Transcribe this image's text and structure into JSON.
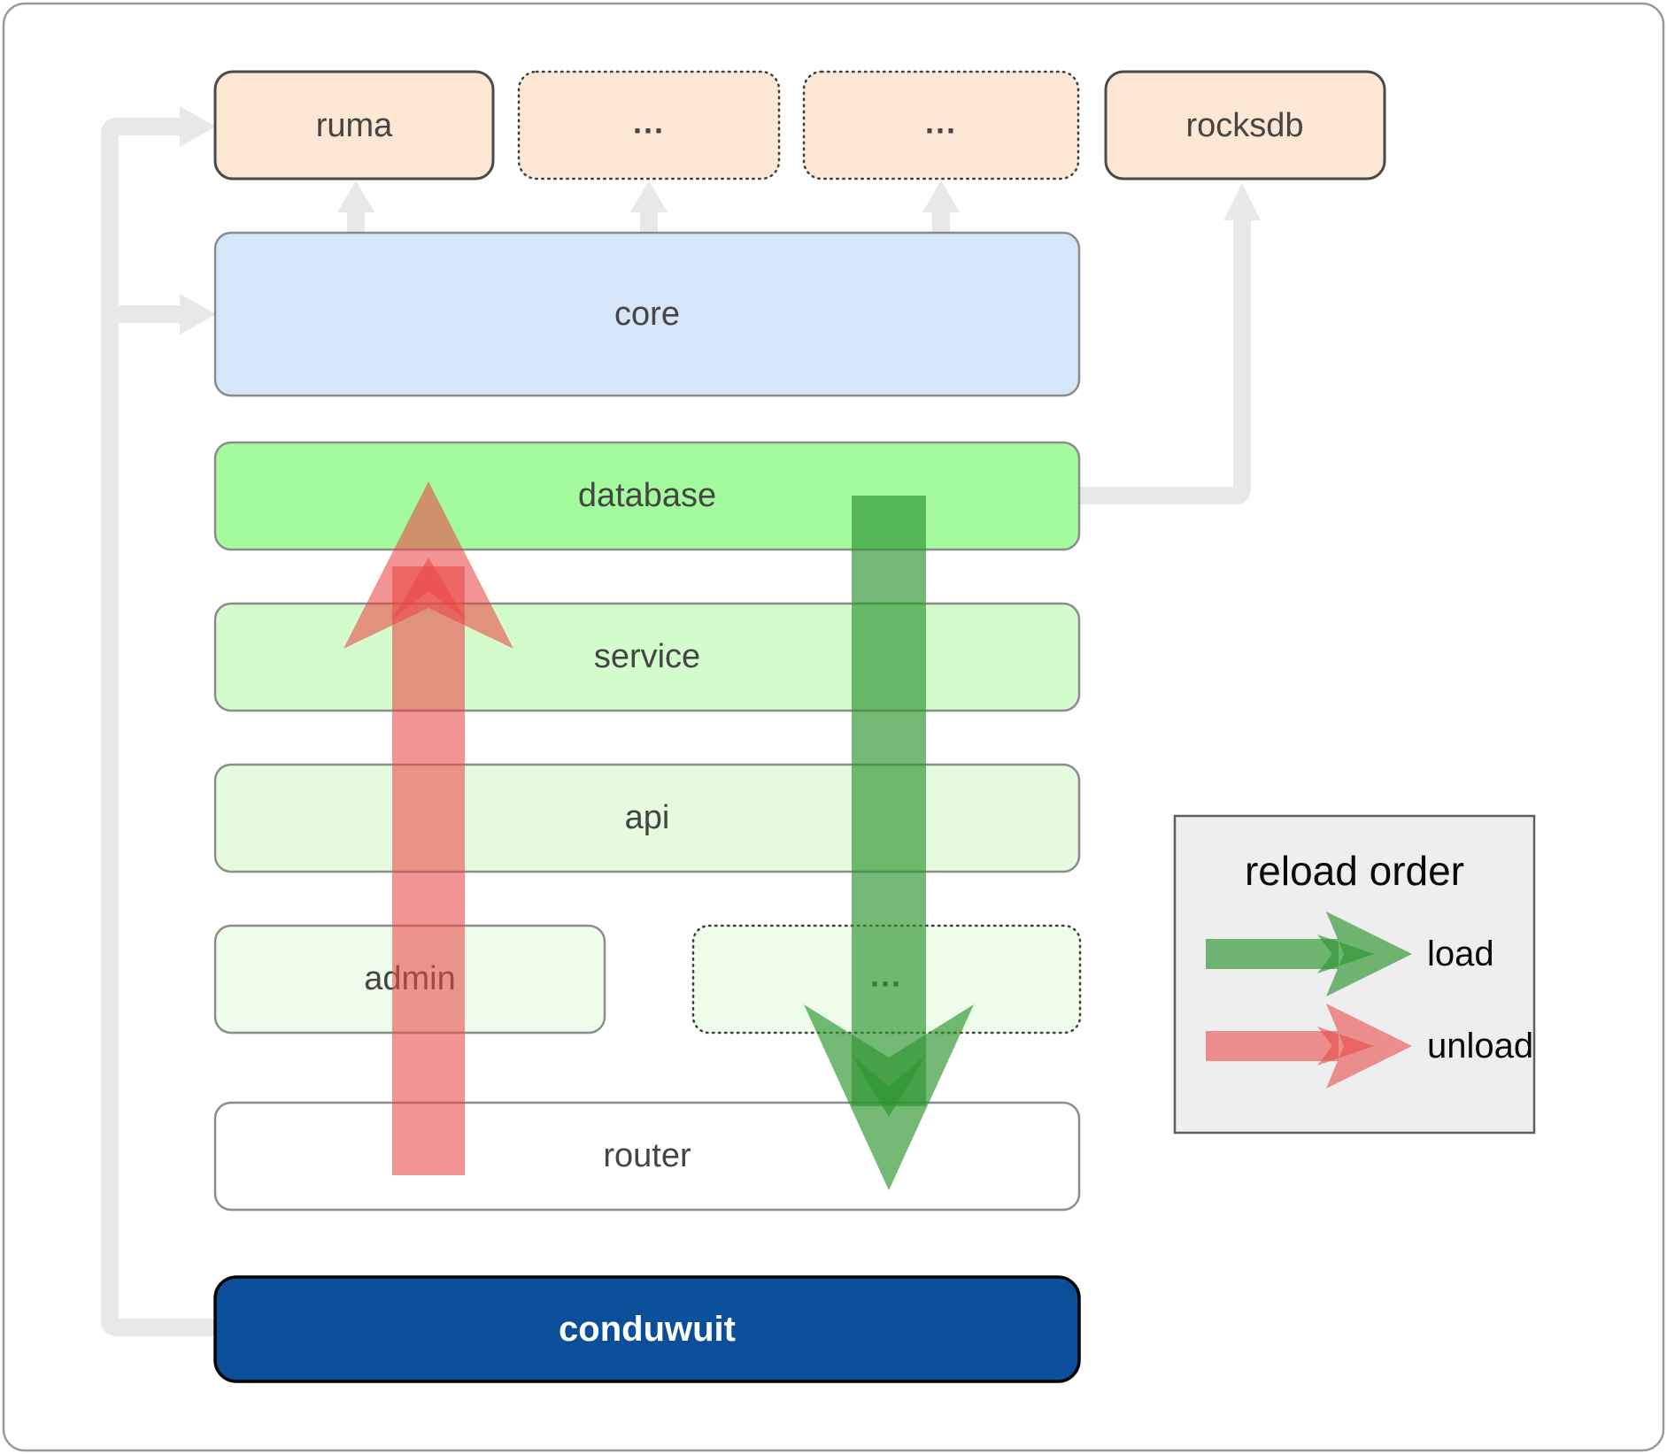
{
  "colors": {
    "crate_fill": "#fce6d4",
    "core_fill": "#d4e6f7",
    "database_fill": "#a4fb9e",
    "service_fill": "#d3fbcc",
    "api_fill": "#e4fcdd",
    "admin_fill": "#eefdea",
    "dots_box_fill": "#eefdea",
    "router_fill": "#ffffff",
    "conduwuit_fill": "#0b4f9b",
    "legend_fill": "#eeeeee",
    "connector_gray": "#e8e8e8",
    "load_green": "rgba(45,148,48,0.66)",
    "unload_red": "rgba(235,70,70,0.58)"
  },
  "top_row": {
    "ruma": "ruma",
    "dots1": "...",
    "dots2": "...",
    "rocksdb": "rocksdb"
  },
  "layers": {
    "core": "core",
    "database": "database",
    "service": "service",
    "api": "api",
    "admin": "admin",
    "dots3": "...",
    "router": "router",
    "conduwuit": "conduwuit"
  },
  "legend": {
    "title": "reload order",
    "load_label": "load",
    "unload_label": "unload"
  }
}
